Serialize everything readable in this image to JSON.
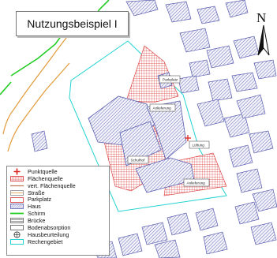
{
  "map": {
    "title": "Nutzungsbeispiel I",
    "north_label": "N",
    "colors": {
      "building_hatch": "#5b5fb0",
      "area_source_hatch": "#d93030",
      "road": "#e39a3a",
      "screen": "#22cc22",
      "calc_area": "#22d2d2",
      "point_source": "#e02020"
    },
    "labels": {
      "parkplatz": "Parkplatz",
      "anlieferung_top": "Anlieferung",
      "lueftung": "Lüftung",
      "schulhof": "Schulhof",
      "anlieferung_bottom": "Anlieferung"
    },
    "legend": [
      {
        "icon": "point-source-icon",
        "label": "Punktquelle"
      },
      {
        "icon": "area-source-icon",
        "label": "Flächenquelle"
      },
      {
        "icon": "vertical-area-source-icon",
        "label": "vert. Flächenquelle"
      },
      {
        "icon": "road-icon",
        "label": "Straße"
      },
      {
        "icon": "parking-icon",
        "label": "Parkplatz"
      },
      {
        "icon": "building-icon",
        "label": "Haus"
      },
      {
        "icon": "screen-icon",
        "label": "Schirm"
      },
      {
        "icon": "bridge-icon",
        "label": "Brücke"
      },
      {
        "icon": "ground-absorption-icon",
        "label": "Bodenabsorption"
      },
      {
        "icon": "receiver-icon",
        "label": "Hausbeurteilung"
      },
      {
        "icon": "calculation-area-icon",
        "label": "Rechengebiet"
      }
    ]
  }
}
